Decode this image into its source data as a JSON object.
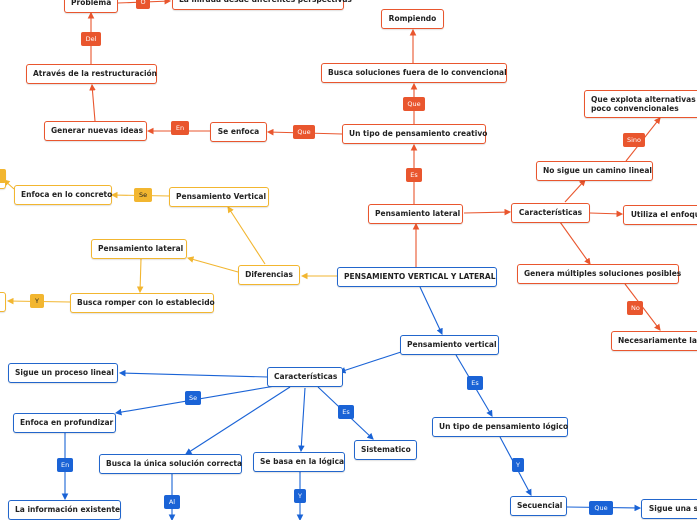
{
  "nodes": {
    "root": "PENSAMIENTO VERTICAL Y LATERAL",
    "pensamiento_lateral": "Pensamiento lateral",
    "un_tipo_creativo": "Un tipo de pensamiento creativo",
    "busca_soluciones": "Busca soluciones fuera de lo convencional",
    "rompiendo": "Rompiendo",
    "se_enfoca": "Se enfoca",
    "generar_ideas": "Generar nuevas ideas",
    "atraves": "Através de la restructuración",
    "problema": "Problema",
    "mirada": "La mirada desde diferentes perspectivas",
    "caracteristicas_lat": "Características",
    "no_sigue": "No sigue un camino lineal",
    "explota": "Que explota alternativas poco convencionales",
    "utiliza": "Utiliza el enfoque",
    "genera_multiples": "Genera múltiples soluciones posibles",
    "necesariamente": "Necesariamente la c",
    "diferencias": "Diferencias",
    "pv_diff": "Pensamiento Vertical",
    "enfoca_concreto": "Enfoca en lo concreto",
    "pl_diff": "Pensamiento lateral",
    "busca_romper": "Busca romper con lo establecido",
    "pensamiento_vertical": "Pensamiento vertical",
    "caracteristicas_vert": "Características",
    "sigue_lineal": "Sigue un proceso lineal",
    "enfoca_profundizar": "Enfoca en profundizar",
    "info_existente": "La información existente",
    "busca_unica": "Busca la única solución correcta",
    "basa_logica": "Se basa en la lógica",
    "sistematico": "Sistematico",
    "tipo_logico": "Un tipo de pensamiento lógico",
    "secuencial": "Secuencial",
    "sigue_una": "Sigue una se"
  },
  "tags": {
    "o": "O",
    "del": "Del",
    "que1": "Que",
    "en1": "En",
    "es1": "Es",
    "sino": "Sino",
    "no": "No",
    "se1": "Se",
    "y1": "Y",
    "se2": "Se",
    "en2": "En",
    "es2": "Es",
    "al": "Al",
    "y2": "Y",
    "es3": "Es",
    "y3": "Y",
    "que2": "Que"
  },
  "colors": {
    "lateral": "#e9562e",
    "diferencias": "#f2b630",
    "vertical": "#2266cc"
  }
}
